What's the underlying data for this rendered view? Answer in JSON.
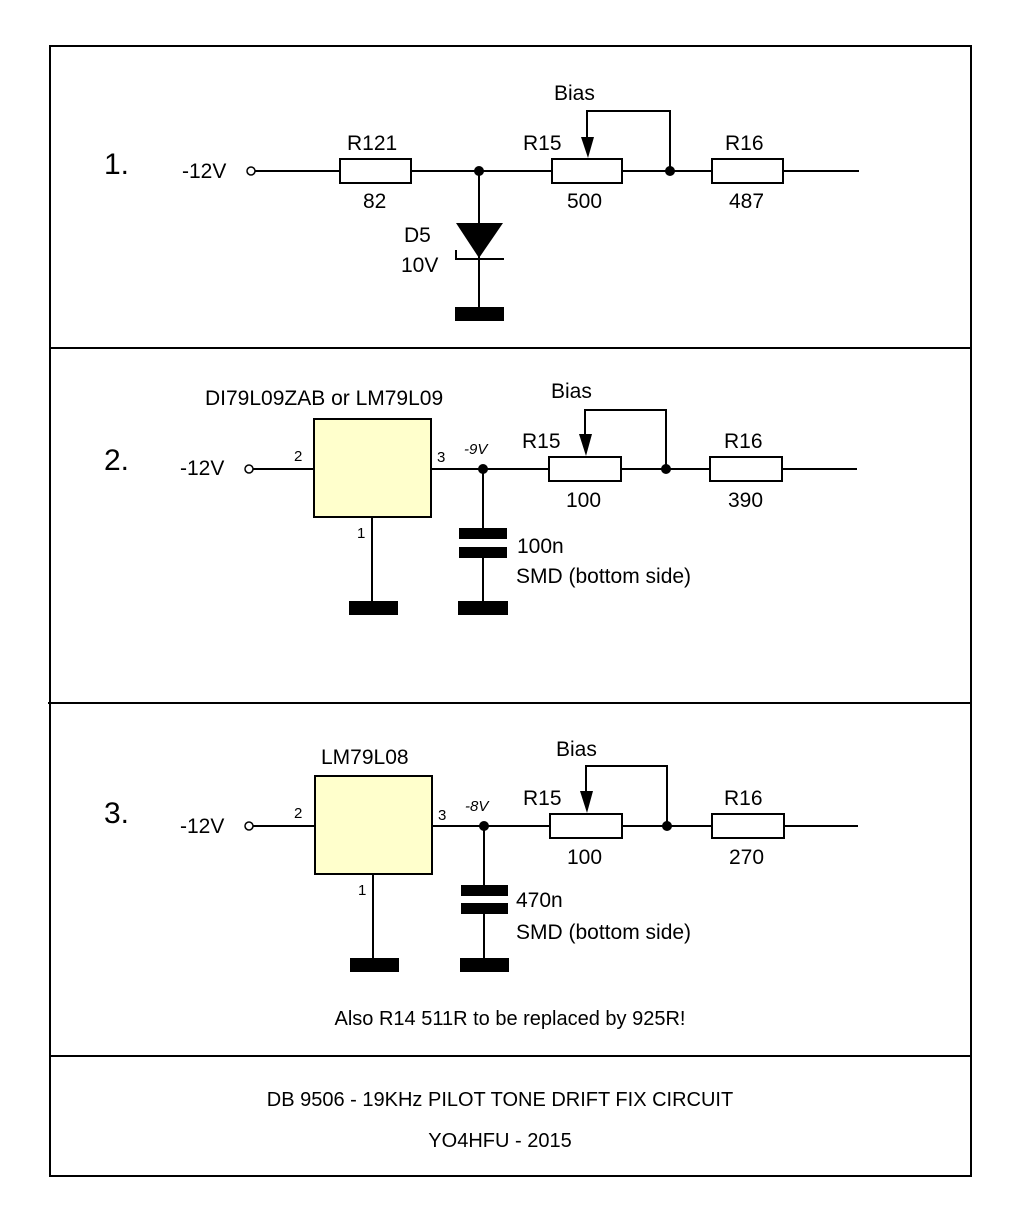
{
  "colors": {
    "ic_fill": "#ffffcc",
    "line": "#000000",
    "background": "#ffffff"
  },
  "sections": [
    {
      "number": "1.",
      "input_label": "-12V",
      "type": "zener",
      "series_resistor": {
        "ref": "R121",
        "value": "82"
      },
      "zener": {
        "ref": "D5",
        "value": "10V"
      },
      "pot": {
        "ref": "R15",
        "value": "500",
        "label": "Bias"
      },
      "r16": {
        "ref": "R16",
        "value": "487"
      }
    },
    {
      "number": "2.",
      "input_label": "-12V",
      "type": "regulator",
      "regulator": {
        "name": "DI79L09ZAB or LM79L09",
        "pin_in": "2",
        "pin_out": "3",
        "pin_gnd": "1"
      },
      "output_voltage": "-9V",
      "capacitor": {
        "value": "100n",
        "note": "SMD (bottom side)"
      },
      "pot": {
        "ref": "R15",
        "value": "100",
        "label": "Bias"
      },
      "r16": {
        "ref": "R16",
        "value": "390"
      }
    },
    {
      "number": "3.",
      "input_label": "-12V",
      "type": "regulator",
      "regulator": {
        "name": "LM79L08",
        "pin_in": "2",
        "pin_out": "3",
        "pin_gnd": "1"
      },
      "output_voltage": "-8V",
      "capacitor": {
        "value": "470n",
        "note": "SMD (bottom side)"
      },
      "pot": {
        "ref": "R15",
        "value": "100",
        "label": "Bias"
      },
      "r16": {
        "ref": "R16",
        "value": "270"
      },
      "note": "Also R14 511R to be replaced by 925R!"
    }
  ],
  "footer": {
    "title": "DB 9506 - 19KHz PILOT TONE DRIFT FIX CIRCUIT",
    "author": "YO4HFU - 2015"
  }
}
